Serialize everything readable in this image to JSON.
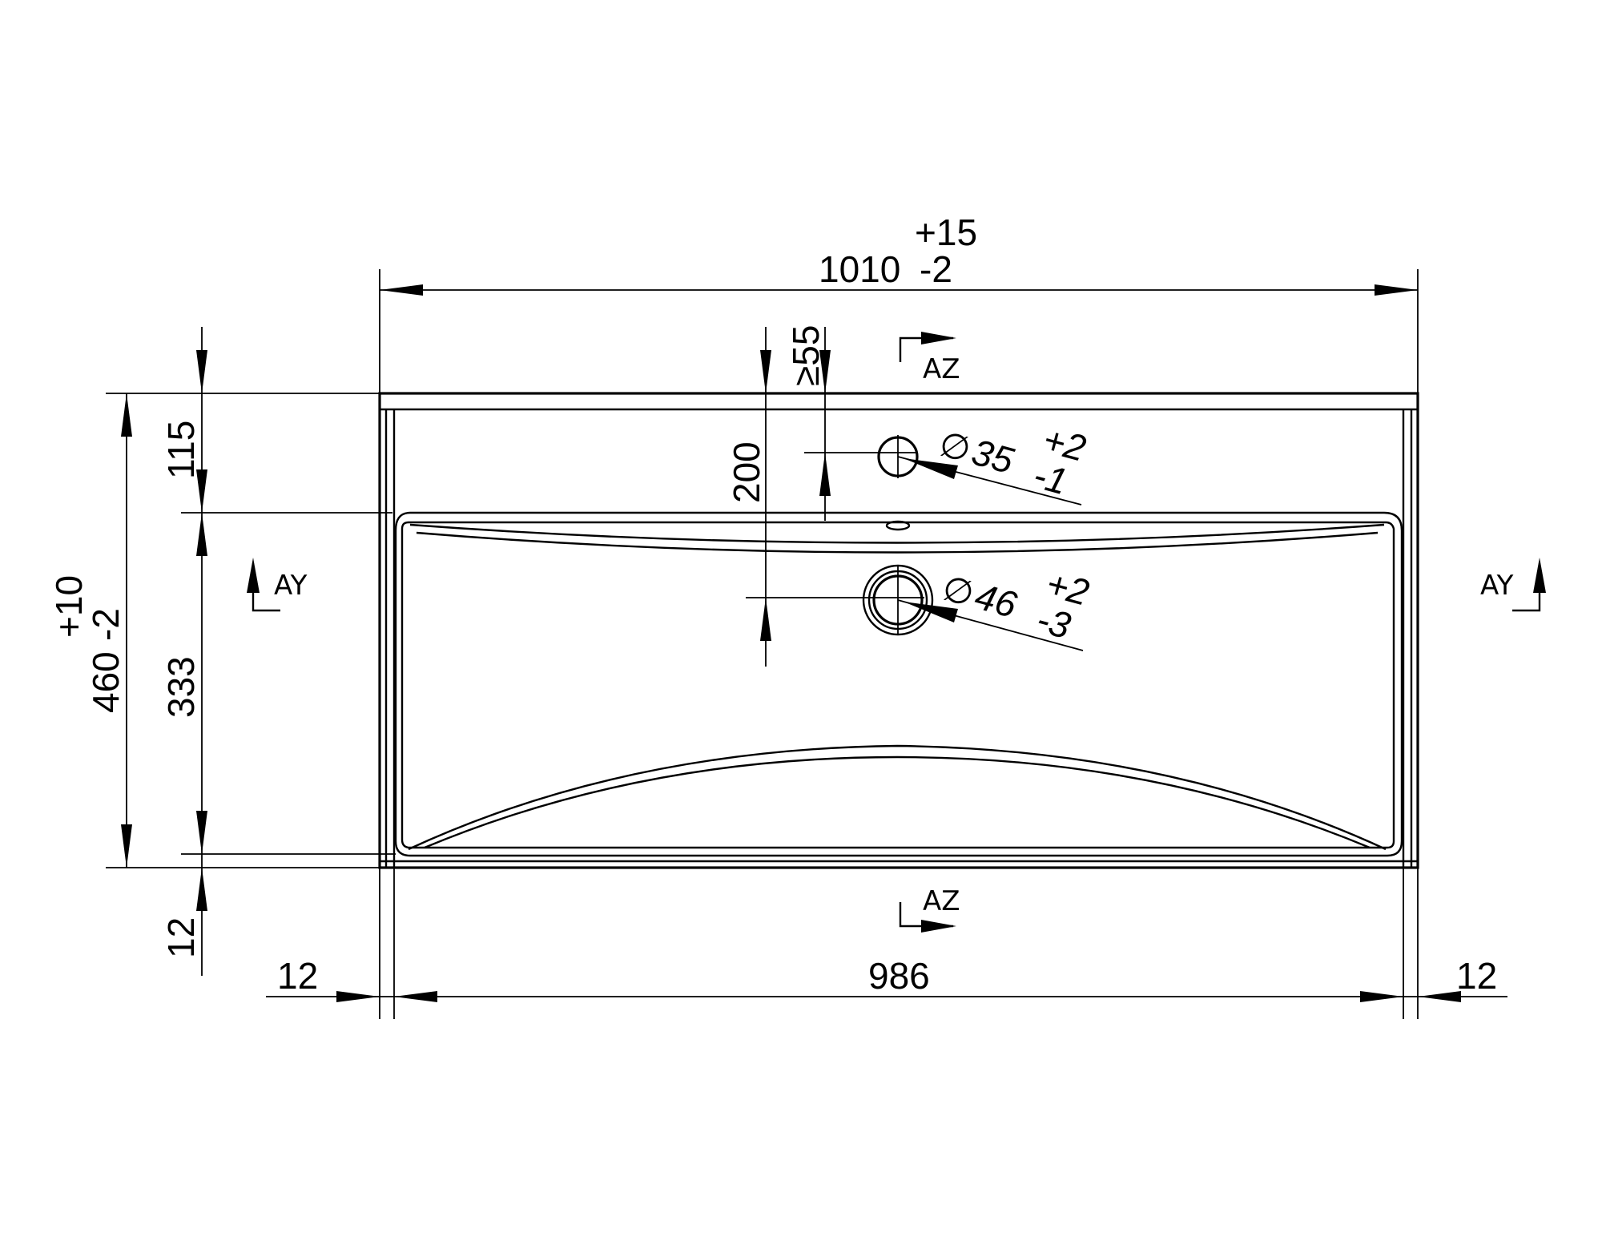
{
  "drawing": {
    "overall_width": {
      "value": "1010",
      "tol_upper": "+15",
      "tol_lower": "-2"
    },
    "overall_depth": {
      "value": "460",
      "tol_upper": "+10",
      "tol_lower": "-2"
    },
    "back_to_basin": "115",
    "basin_depth": "333",
    "front_rim": "12",
    "basin_width": "986",
    "side_rim_left": "12",
    "side_rim_right": "12",
    "tap_hole_distance": "200",
    "tap_hole_min_offset": "≥55",
    "tap_hole": {
      "symbol": "∅",
      "value": "35",
      "tol_upper": "+2",
      "tol_lower": "-1"
    },
    "drain_hole": {
      "symbol": "∅",
      "value": "46",
      "tol_upper": "+2",
      "tol_lower": "-3"
    },
    "section_z": "AZ",
    "section_y": "AY"
  }
}
